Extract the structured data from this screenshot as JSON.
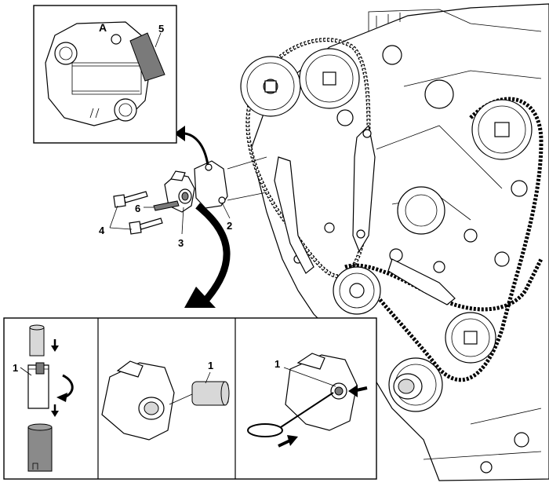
{
  "callouts": {
    "inset_tensioner_body_letter": "A",
    "inset_label_5": "5",
    "label_6": "6",
    "label_4": "4",
    "label_3": "3",
    "label_2": "2",
    "step1_label_1": "1",
    "step2_label_1": "1",
    "step3_label_1": "1"
  }
}
